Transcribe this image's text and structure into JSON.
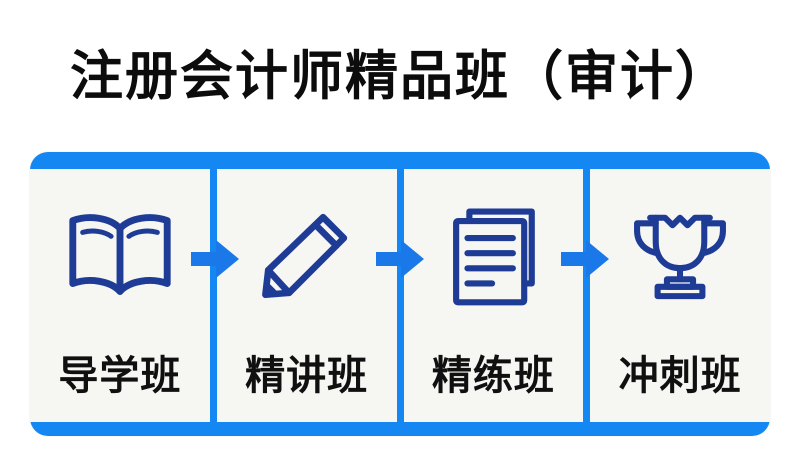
{
  "title": "注册会计师精品班（审计）",
  "colors": {
    "accent_blue": "#1487f2",
    "arrow_blue": "#1b78e8",
    "icon_navy": "#1e3c96",
    "card_bg": "#f6f6f3",
    "page_bg": "#ffffff",
    "title_color": "#0c0c0c"
  },
  "stages": [
    {
      "label": "导学班",
      "icon": "open-book-icon"
    },
    {
      "label": "精讲班",
      "icon": "pencil-icon"
    },
    {
      "label": "精练班",
      "icon": "documents-icon"
    },
    {
      "label": "冲刺班",
      "icon": "trophy-icon"
    }
  ]
}
